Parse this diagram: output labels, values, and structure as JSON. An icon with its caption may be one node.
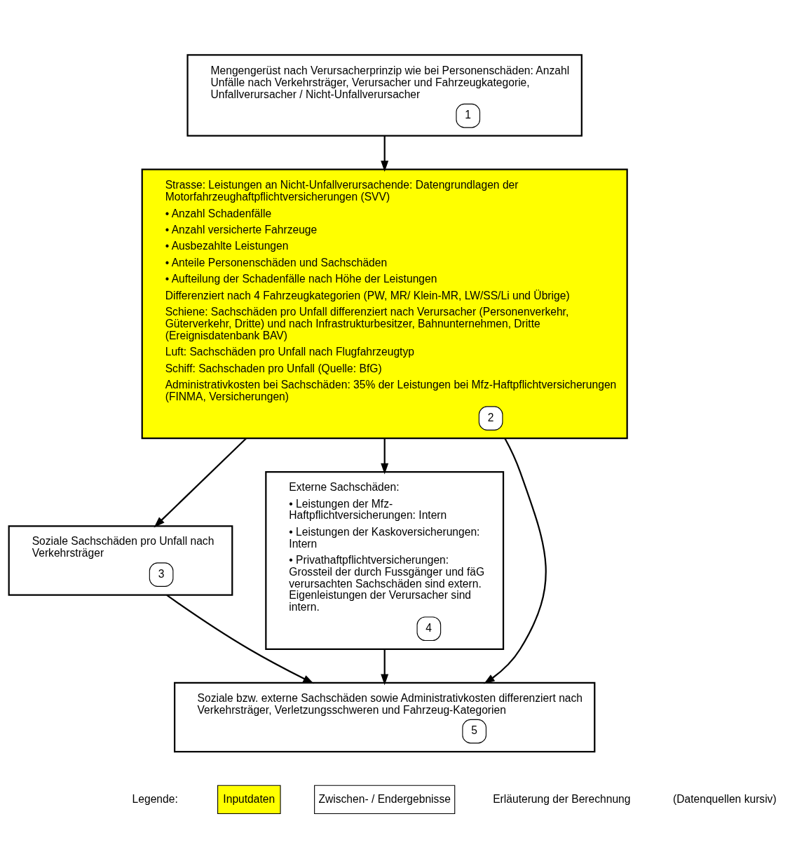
{
  "diagram": {
    "nodes": [
      {
        "text": [
          "Mengengerüst nach Verursacherprinzip wie bei Personenschäden: Anzahl Unfälle nach Verkehrsträger, Verursacher und Fahrzeugkategorie, Unfallverursacher / Nicht-Unfallverursacher",
          "1"
        ]
      },
      {
        "text": [
          "Strasse: Leistungen an Nicht-Unfallverursachende: Datengrundlagen der Motorfahrzeughaftpflichtversicherungen (SVV)",
          "• Anzahl Schadenfälle",
          "• Anzahl versicherte Fahrzeuge",
          "• Ausbezahlte Leistungen",
          "• Anteile Personenschäden und Sachschäden",
          "• Aufteilung der Schadenfälle nach Höhe der Leistungen",
          "Differenziert nach 4 Fahrzeugkategorien (PW, MR/ Klein-MR, LW/SS/Li und Übrige)",
          "Schiene: Sachschäden pro Unfall differenziert nach Verursacher (Personenverkehr, Güterverkehr, Dritte) und nach Infrastrukturbesitzer, Bahnunternehmen, Dritte (Ereignisdatenbank BAV)",
          "Luft: Sachschäden pro Unfall nach Flugfahrzeugtyp",
          "Schiff: Sachschaden pro Unfall (Quelle: BfG)",
          "Administrativkosten bei Sachschäden: 35% der Leistungen bei Mfz-Haftpflichtversicherungen (FINMA, Versicherungen)",
          "2"
        ]
      },
      {
        "text": [
          "Soziale Sachschäden pro Unfall nach Verkehrsträger",
          "3"
        ]
      },
      {
        "text": [
          "Externe Sachschäden:",
          "• Leistungen der Mfz-Haftpflichtversicherungen: Intern",
          "• Leistungen der Kaskoversicherungen: Intern",
          "• Privathaftpflichtversicherungen: Grossteil der durch Fussgänger und fäG verursachten Sachschäden sind extern. Eigenleistungen der Verursacher sind intern.",
          "4"
        ]
      },
      {
        "text": [
          "Soziale bzw. externe Sachschäden sowie Administrativkosten differenziert nach Verkehrsträger, Verletzungsschweren und Fahrzeug-Kategorien",
          "5"
        ]
      }
    ],
    "edges": [
      {
        "from": 0,
        "to": 1,
        "arrow": "to"
      },
      {
        "from": 1,
        "to": 2,
        "arrow": "to"
      },
      {
        "from": 1,
        "to": 4,
        "arrow": "to"
      },
      {
        "from": 1,
        "to": 3,
        "arrow": "to"
      },
      {
        "from": 2,
        "to": 4,
        "arrow": "to"
      },
      {
        "from": 3,
        "to": 4,
        "arrow": "to"
      }
    ],
    "labels": [
      "Legende:",
      "Erläuterung der Berechnung",
      "(Datenquellen kursiv)"
    ],
    "legend": [
      {
        "text": "Inputdaten",
        "color": "#ffff00"
      },
      {
        "text": "Zwischen- / Endergebnisse",
        "color": "#ffffff"
      }
    ]
  }
}
